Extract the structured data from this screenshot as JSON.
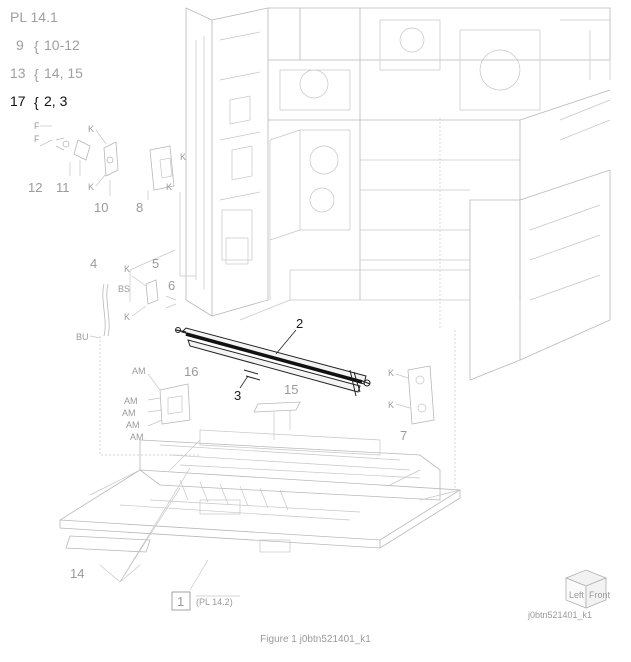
{
  "header": {
    "pl_label": "PL 14.1",
    "rows": [
      {
        "num": "9",
        "refs": "10-12",
        "highlight": false
      },
      {
        "num": "13",
        "refs": "14, 15",
        "highlight": false
      },
      {
        "num": "17",
        "refs": "2, 3",
        "highlight": true
      }
    ]
  },
  "callouts": {
    "c2": "2",
    "c3": "3",
    "c4": "4",
    "c5": "5",
    "c6": "6",
    "c7": "7",
    "c8": "8",
    "c10": "10",
    "c11": "11",
    "c12": "12",
    "c14": "14",
    "c15": "15",
    "c16": "16",
    "c1": "1",
    "c1_ref": "(PL 14.2)"
  },
  "fastener_labels": {
    "F": "F",
    "K": "K",
    "BS": "BS",
    "BU": "BU",
    "AM": "AM"
  },
  "orientation_icon": {
    "left": "Left",
    "front": "Front"
  },
  "image_id": "j0btn521401_k1",
  "caption": "Figure 1 j0btn521401_k1"
}
